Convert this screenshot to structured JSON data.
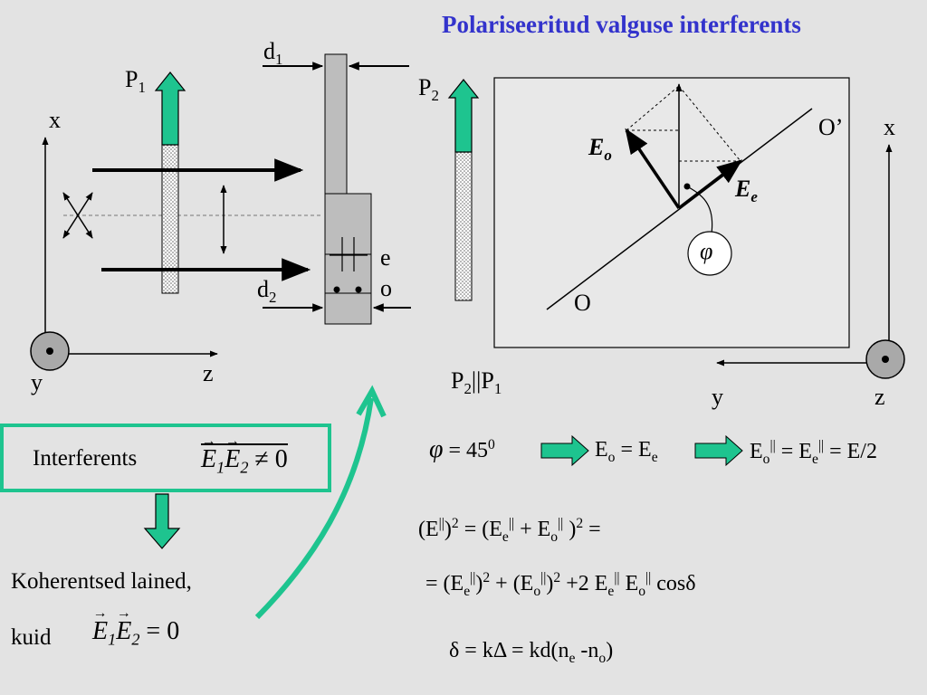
{
  "title": "Polariseeritud valguse interferents",
  "labels": {
    "d1": "d",
    "d1_sub": "1",
    "d2": "d",
    "d2_sub": "2",
    "p1": "P",
    "p1_sub": "1",
    "p2": "P",
    "p2_sub": "2",
    "x_left": "x",
    "y_left": "y",
    "z_left": "z",
    "x_right": "x",
    "y_right": "y",
    "z_right": "z",
    "e": "e",
    "o": "o",
    "O": "O",
    "O_prime": "O’",
    "Eo": "E",
    "Eo_sub": "o",
    "Ee": "E",
    "Ee_sub": "e",
    "phi": "φ"
  },
  "parallel": {
    "left": "P",
    "left_sub": "2",
    "right": "P",
    "right_sub": "1",
    "sym": "||"
  },
  "interference_box": {
    "word": "Interferents",
    "E": "E",
    "sub1": "1",
    "sub2": "2",
    "relation": "≠ 0"
  },
  "coherent": {
    "line1": "Koherentsed lained,",
    "line2": "kuid",
    "E": "E",
    "sub1": "1",
    "sub2": "2",
    "relation": "= 0"
  },
  "equations": {
    "phi_eq": {
      "phi": "φ",
      "eq": "= 45",
      "sup": "0",
      "Eo": "E",
      "o": "o",
      "mid": "=",
      "Ee": "E",
      "e": "e",
      "Eo2": "E",
      "Eo2_sub": "o",
      "par": "||",
      "eq2": "=",
      "Ee2": "E",
      "Ee2_sub": "e",
      "tail": "= E/2"
    },
    "line2": {
      "a": "(E",
      "par": "||",
      "b": ")",
      "sq": "2",
      "c": "= (E",
      "e": "e",
      "par2": "||",
      "plus": "+ E",
      "o": "o",
      "par3": "||",
      "d": ")",
      "sq2": "2",
      "tail": "="
    },
    "line3": {
      "a": "= (E",
      "e": "e",
      "par": "||",
      "b": ")",
      "sq": "2",
      "c": "+ (E",
      "o": "o",
      "par2": "||",
      "d": ")",
      "sq2": "2",
      "e2": "+2 E",
      "e_sub": "e",
      "par3": "||",
      "f": "E",
      "o_sub": "o",
      "par4": "||",
      "g": "cosδ"
    },
    "line4": {
      "a": "δ = kΔ",
      "b": "= kd(n",
      "e": "e",
      "c": "-n",
      "o": "o",
      "d": ")"
    }
  },
  "colors": {
    "accent": "#1ec48f",
    "title": "#3333cc",
    "background": "#e3e3e3"
  }
}
